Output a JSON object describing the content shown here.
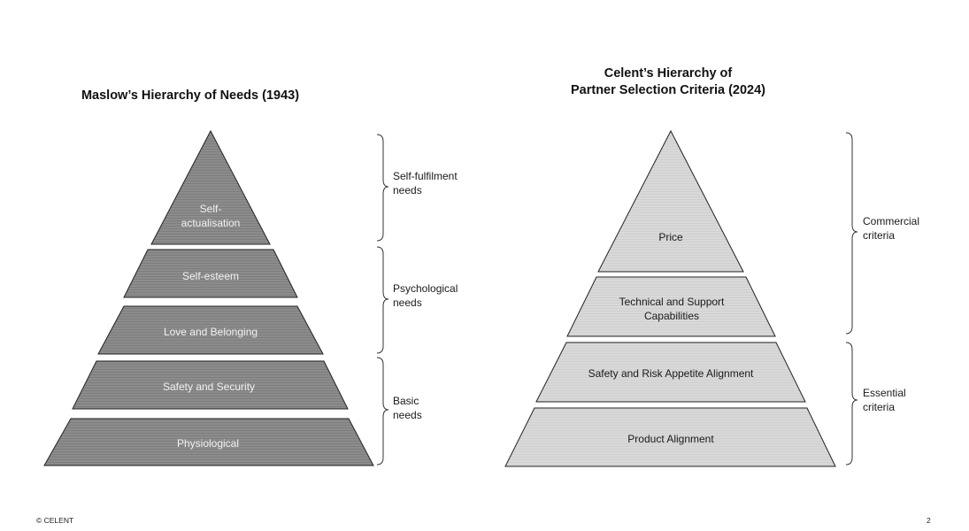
{
  "left": {
    "title": "Maslow’s Hierarchy of Needs (1943)",
    "levels": [
      "Self-\nactualisation",
      "Self-esteem",
      "Love and Belonging",
      "Safety and Security",
      "Physiological"
    ],
    "braces": [
      "Self-fulfilment\nneeds",
      "Psychological\nneeds",
      "Basic\nneeds"
    ]
  },
  "right": {
    "title": "Celent’s Hierarchy of\nPartner Selection Criteria (2024)",
    "levels": [
      "Price",
      "Technical and Support\nCapabilities",
      "Safety and Risk Appetite Alignment",
      "Product  Alignment"
    ],
    "braces": [
      "Commercial\ncriteria",
      "Essential\ncriteria"
    ]
  },
  "colors": {
    "dark_fill": "#8c8c8c",
    "light_fill": "#d9d9d9",
    "stroke": "#222222"
  },
  "footer": {
    "copyright": "© CELENT",
    "page": "2"
  }
}
